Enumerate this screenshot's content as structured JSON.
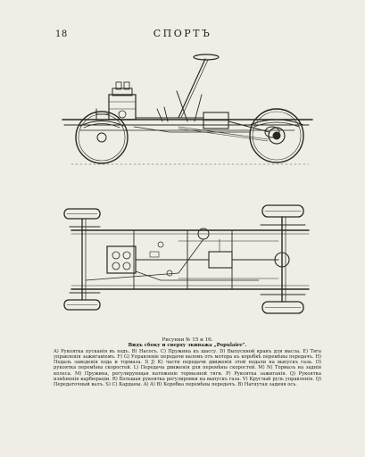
{
  "header": {
    "page_number": "18",
    "journal_title": "СПОРТЪ"
  },
  "caption": {
    "figures": "Рисунки № 15 и 16.",
    "subtitle": "Видъ сбоку и сверху экипажа „Populaire\".",
    "body": "A) Рукоятка пусканія въ ходъ. B) Насосъ. C) Пружина къ шассу. D) Выпускной кранъ для масла. E) Тяга управленія зажиганіемъ. F) G) Управленіе передачи валомъ отъ мотора къ коробкѣ перемѣны передачъ. H) Педаль заведенія хода и тормаза. I) J) K) части передачи движенія этой педали на выпускъ газа. O) рукоятка перемѣны скоростей. L) Передача движенія для перемѣны скоростей. M) N) Тормазъ на заднія колеса. M) Пружина, регулирующая натяженіе тормазной тяги. P) Рукоятка зажиганія. Q) Рукоятка измѣненія карбюраціи. R) Большая рукоятка регулировки на выпускъ газа. V) Круглый руль управленія. Q) Передаточный валъ. S) C) Карданы. A) A) B) Коробка перемѣны передачъ. B) Нагнутая задняя ось."
  }
}
